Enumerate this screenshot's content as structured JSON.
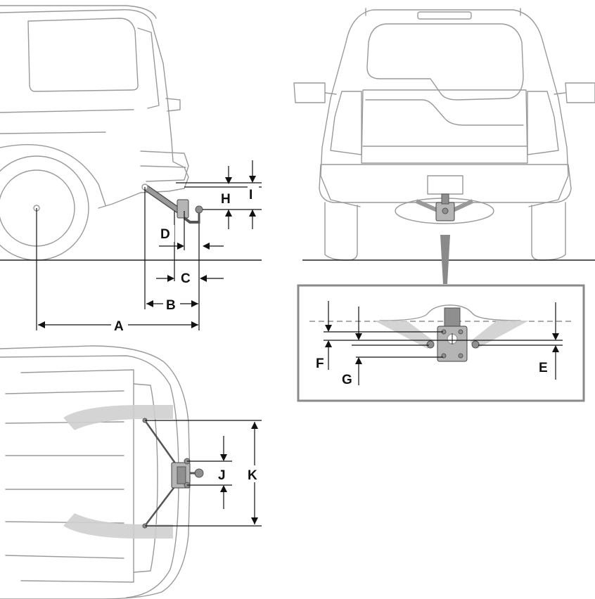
{
  "labels": {
    "A": "A",
    "B": "B",
    "C": "C",
    "D": "D",
    "E": "E",
    "F": "F",
    "G": "G",
    "H": "H",
    "I": "I",
    "J": "J",
    "K": "K"
  }
}
